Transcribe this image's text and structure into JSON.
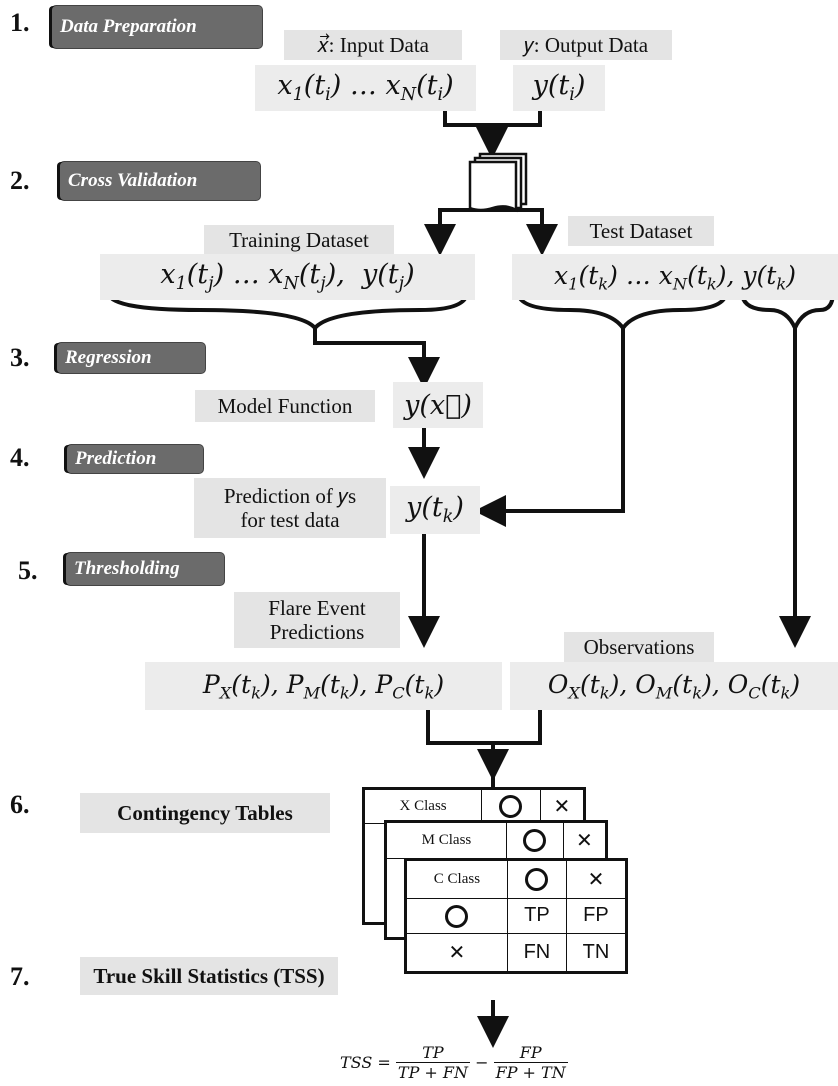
{
  "steps": {
    "s1": {
      "num": "1.",
      "label": "Data Preparation"
    },
    "s2": {
      "num": "2.",
      "label": "Cross Validation"
    },
    "s3": {
      "num": "3.",
      "label": "Regression"
    },
    "s4": {
      "num": "4.",
      "label": "Prediction"
    },
    "s5": {
      "num": "5.",
      "label": "Thresholding"
    },
    "s6": {
      "num": "6.",
      "label": "Contingency Tables"
    },
    "s7": {
      "num": "7.",
      "label": "True Skill Statistics (TSS)"
    }
  },
  "labels": {
    "input_data": "𝑥⃗: Input Data",
    "output_data": "𝑦: Output Data",
    "training": "Training Dataset",
    "test": "Test Dataset",
    "model_function": "Model  Function",
    "prediction_of_ys_1": "Prediction of 𝑦s",
    "prediction_of_ys_2": "for test data",
    "flare_1": "Flare Event",
    "flare_2": "Predictions",
    "observations": "Observations"
  },
  "math": {
    "input_row": "x₁(tᵢ) … x_N(tᵢ)",
    "output_row": "y(tᵢ)",
    "training_row": "x₁(tⱼ) … x_N(tⱼ),  y(tⱼ)",
    "test_row": "x₁(tₖ) … x_N(tₖ),  y(tₖ)",
    "model": "y(x⃗)",
    "pred": "y(tₖ)",
    "predictions": "P_X(tₖ), P_M(tₖ), P_C(tₖ)",
    "observations": "O_X(tₖ), O_M(tₖ), O_C(tₖ)",
    "tss": "TSS = TP/(TP+FN) − FP/(FP+TN)"
  },
  "tables": {
    "x": {
      "class": "X Class"
    },
    "m": {
      "class": "M Class"
    },
    "c": {
      "class": "C Class",
      "tp": "TP",
      "fp": "FP",
      "fn": "FN",
      "tn": "TN"
    }
  }
}
